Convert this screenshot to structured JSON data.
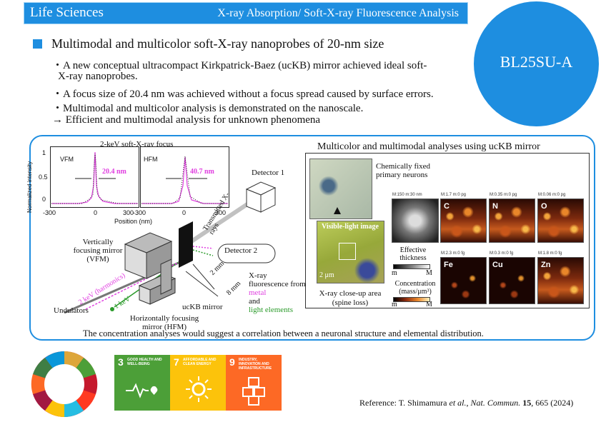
{
  "header": {
    "title": "Life Sciences",
    "subtitle": "X-ray Absorption/ Soft-X-ray Fluorescence Analysis"
  },
  "beamline": "BL25SU-A",
  "colors": {
    "accent": "#1e8ee0",
    "magenta": "#e040e0",
    "green": "#2a9a2a"
  },
  "main": {
    "heading": "Multimodal and multicolor soft-X-ray nanoprobes of 20-nm size",
    "points": [
      "・A new conceptual ultracompact Kirkpatrick-Baez (ucKB) mirror achieved ideal soft-",
      "X-ray nanoprobes.",
      "・A focus size of 20.4 nm was achieved without a focus spread caused by surface errors.",
      "・Multimodal and multicolor analysis is demonstrated on the nanoscale.",
      "→ Efficient and multimodal analysis for unknown phenomena"
    ]
  },
  "figure": {
    "focus_plot": {
      "title": "2-keV soft-X-ray focus",
      "ylabel": "Normalized intensity",
      "xlabel": "Position (nm)",
      "yticks": [
        "1",
        "0.5",
        "0"
      ],
      "xticks": [
        "-300",
        "0",
        "300",
        "-300",
        "0",
        "300"
      ],
      "vfm_label": "VFM",
      "vfm_value": "20.4 nm",
      "hfm_label": "HFM",
      "hfm_value": "40.7 nm"
    },
    "schematic": {
      "detector1": "Detector 1",
      "detector2": "Detector 2",
      "transmitted": "Transmitted X-rays",
      "vfm": "Vertically focusing mirror (VFM)",
      "hfm": "Horizontally focusing mirror (HFM)",
      "undulators": "Undulators",
      "harmonics": "2 keV (harmonics)",
      "one_kev": "1 keV",
      "uckb": "ucKB mirror",
      "dim1": "2 mm",
      "dim2": "8 mm",
      "fluor_prefix": "X-ray fluorescence from",
      "metal": "metal",
      "and": "and",
      "light_elements": "light elements"
    },
    "multicolor": {
      "title": "Multicolor and multimodal analyses using ucKB mirror",
      "neurons_label": "Chemically fixed primary neurons",
      "visible_label": "Visible-light image",
      "scale_bar": "2 μm",
      "closeup_label": "X-ray close-up area (spine loss)",
      "effective_thickness": "Effective thickness",
      "concentration": "Concentration (mass/μm³)",
      "scale_m": "m",
      "scale_M": "M",
      "tiles": [
        {
          "caption": "M:150 m:30 nm",
          "label": ""
        },
        {
          "caption": "M:1.7 m:0 pg",
          "label": "C"
        },
        {
          "caption": "M:0.35 m:0 pg",
          "label": "N"
        },
        {
          "caption": "M:0.06 m:0 pg",
          "label": "O"
        },
        {
          "caption": "M:2.3 m:0 fg",
          "label": "Fe"
        },
        {
          "caption": "M:0.3 m:0 fg",
          "label": "Cu"
        },
        {
          "caption": "M:1.8 m:0 fg",
          "label": "Zn"
        }
      ]
    },
    "conclusion": "The concentration analyses would suggest a correlation between a neuronal structure and elemental distribution."
  },
  "sdgs": [
    {
      "num": "3",
      "text": "GOOD HEALTH AND WELL-BEING",
      "color": "#4c9f38",
      "icon": "heartbeat-icon"
    },
    {
      "num": "7",
      "text": "AFFORDABLE AND CLEAN ENERGY",
      "color": "#fcc30b",
      "icon": "sun-icon"
    },
    {
      "num": "9",
      "text": "INDUSTRY, INNOVATION AND INFRASTRUCTURE",
      "color": "#fd6925",
      "icon": "cubes-icon"
    }
  ],
  "reference": {
    "prefix": "Reference: T. Shimamura ",
    "etal": "et al.",
    "journal": "Nat. Commun.",
    "volume": "15",
    "pages": ", 665 (2024)"
  }
}
